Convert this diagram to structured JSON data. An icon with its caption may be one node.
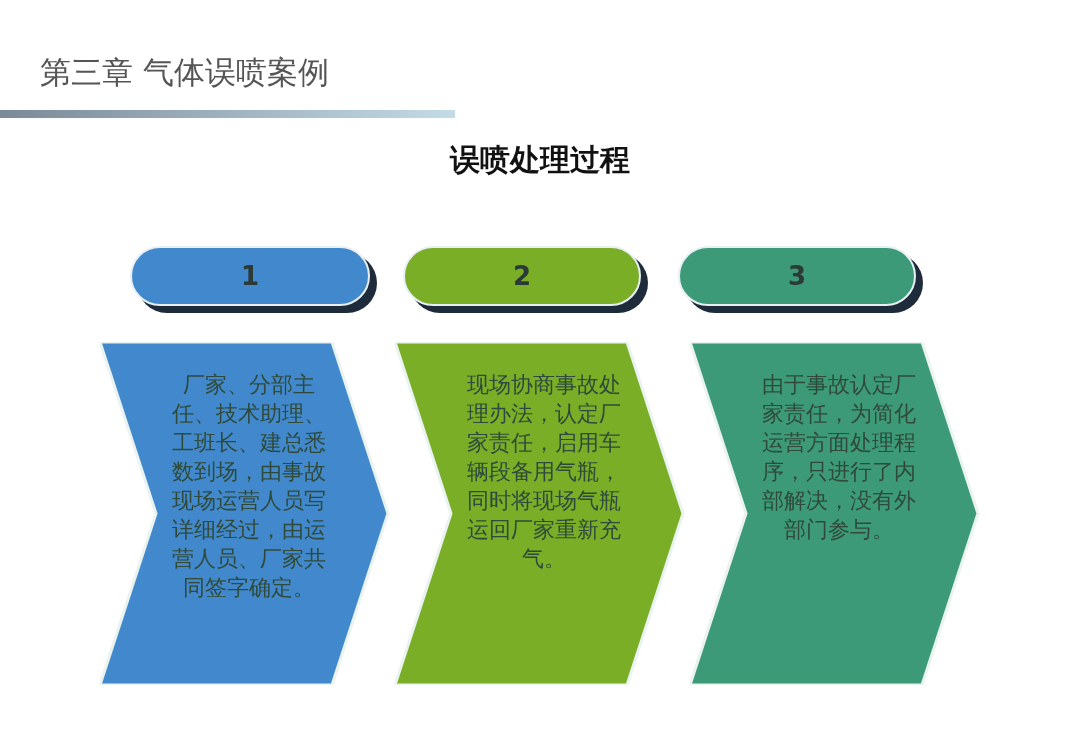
{
  "diagram": {
    "title": "误喷处理过程",
    "nodes": [
      {
        "text": [
          "1"
        ]
      },
      {
        "text": [
          "2"
        ]
      },
      {
        "text": [
          "3"
        ]
      },
      {
        "text": [
          "厂家、分部主任、技术助理、工班长、建总悉数到场，由事故现场运营人员写详细经过，由运营人员、厂家共同签字确定。"
        ]
      },
      {
        "text": [
          "现场协商事故处理办法，认定厂家责任，启用车辆段备用气瓶，同时将现场气瓶运回厂家重新充气。"
        ]
      },
      {
        "text": [
          "由于事故认定厂家责任，为简化运营方面处理程序，只进行了内部解决，没有外部门参与。"
        ]
      }
    ],
    "labels": [
      "第三章 气体误喷案例"
    ]
  }
}
